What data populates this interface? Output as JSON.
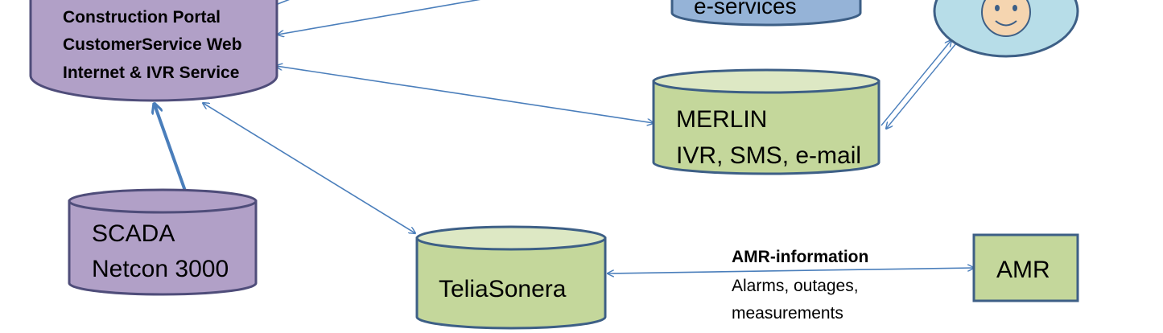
{
  "colors": {
    "purple_fill": "#b1a0c7",
    "purple_stroke": "#4f4d7a",
    "green_fill": "#c4d79b",
    "green_top": "#dde8c4",
    "green_stroke": "#3d5f86",
    "blue_fill": "#95b3d7",
    "light_blue_fill": "#b7dde8",
    "connector": "#4a7ebb"
  },
  "nodes": {
    "portal": {
      "line1": "Construction Portal",
      "line2": "CustomerService Web",
      "line3": "Internet & IVR Service"
    },
    "eservices": {
      "label": "e-services"
    },
    "customer": {
      "icon": "smiley-icon"
    },
    "merlin": {
      "line1": "MERLIN",
      "line2": "IVR, SMS, e-mail"
    },
    "scada": {
      "line1": "SCADA",
      "line2": "Netcon 3000"
    },
    "teliasonera": {
      "label": "TeliaSonera"
    },
    "amr": {
      "label": "AMR"
    }
  },
  "edges": {
    "amr_link": {
      "title": "AMR-information",
      "line1": "Alarms, outages,",
      "line2": "measurements"
    }
  }
}
